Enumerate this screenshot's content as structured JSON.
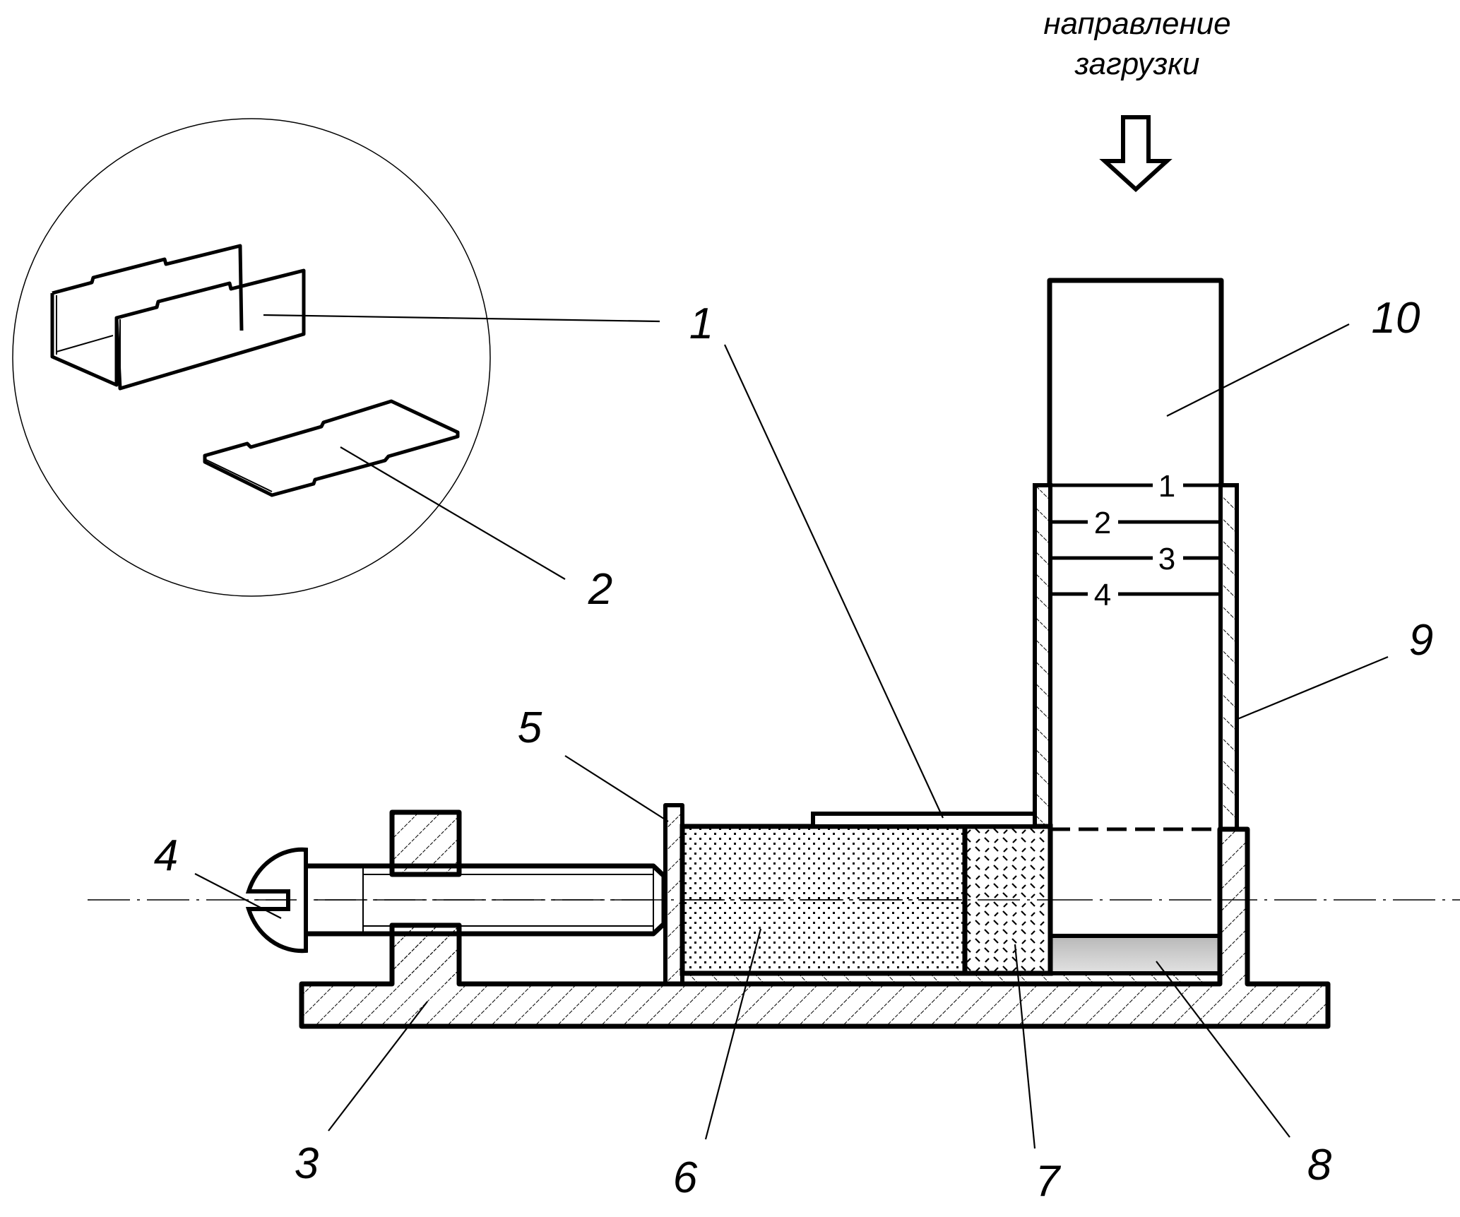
{
  "caption": {
    "line1": "направление",
    "line2": "загрузки"
  },
  "callouts": {
    "c1": "1",
    "c2": "2",
    "c3": "3",
    "c4": "4",
    "c5": "5",
    "c6": "6",
    "c7": "7",
    "c8": "8",
    "c9": "9",
    "c10": "10"
  },
  "level_marks": [
    "1",
    "2",
    "3",
    "4"
  ],
  "icons": {
    "load_direction": "down-arrow-outline-icon"
  },
  "colors": {
    "line": "#000000",
    "background": "#ffffff",
    "layer8_fill_top": "#b8b8b8",
    "layer8_fill_bottom": "#e2e2e2"
  }
}
